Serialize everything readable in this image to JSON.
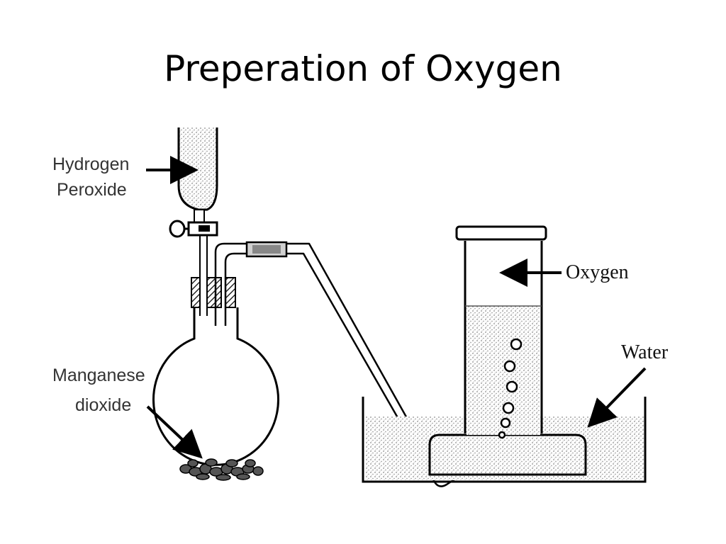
{
  "slide": {
    "title": "Preperation of Oxygen"
  },
  "diagram": {
    "labels": {
      "hydrogen_line1": "Hydrogen",
      "hydrogen_line2": "Peroxide",
      "manganese_line1": "Manganese",
      "manganese_line2": "dioxide",
      "oxygen": "Oxygen",
      "water": "Water"
    }
  },
  "colors": {
    "line": "#000000",
    "liquid_stipple": "#9a9a9a",
    "background": "#ffffff"
  }
}
